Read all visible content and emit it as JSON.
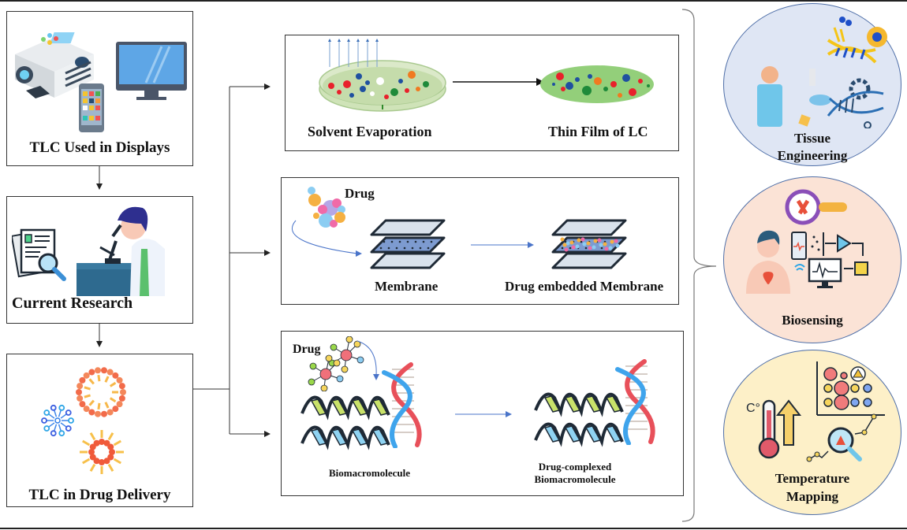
{
  "figure": {
    "left_column": [
      {
        "label": "TLC Used in Displays",
        "icons": [
          "projector-icon",
          "smartphone-icon",
          "monitor-icon"
        ]
      },
      {
        "label": "Current Research",
        "icons": [
          "document-search-icon",
          "scientist-microscope-icon"
        ]
      },
      {
        "label": "TLC in Drug Delivery",
        "icons": [
          "nanocarrier-icon",
          "liposome-icon",
          "micelle-icon"
        ]
      }
    ],
    "middle_column": [
      {
        "steps": [
          "Solvent Evaporation",
          "Thin Film of LC"
        ],
        "icons": [
          "petri-dish-evaporation-icon",
          "thin-film-icon"
        ]
      },
      {
        "drug_label": "Drug",
        "steps": [
          "Membrane",
          "Drug embedded Membrane"
        ],
        "icons": [
          "drug-molecules-icon",
          "membrane-layers-icon",
          "drug-membrane-icon"
        ]
      },
      {
        "drug_label": "Drug",
        "steps": [
          "Biomacromolecule",
          "Drug-complexed Biomacromolecule"
        ],
        "icons": [
          "drug-molecule-icon",
          "dna-helix-icon",
          "protein-helix-icon"
        ]
      }
    ],
    "right_column": [
      {
        "label_line1": "Tissue",
        "label_line2": "Engineering",
        "color": "#dfe6f4"
      },
      {
        "label_line1": "Biosensing",
        "label_line2": "",
        "color": "#fbe3d6"
      },
      {
        "label_line1": "Temperature",
        "label_line2": "Mapping",
        "color": "#fdf0c8"
      }
    ],
    "colors": {
      "line": "#333333",
      "flow_arrow": "#4a74c9",
      "circle_border": "#4f6fa8"
    }
  }
}
